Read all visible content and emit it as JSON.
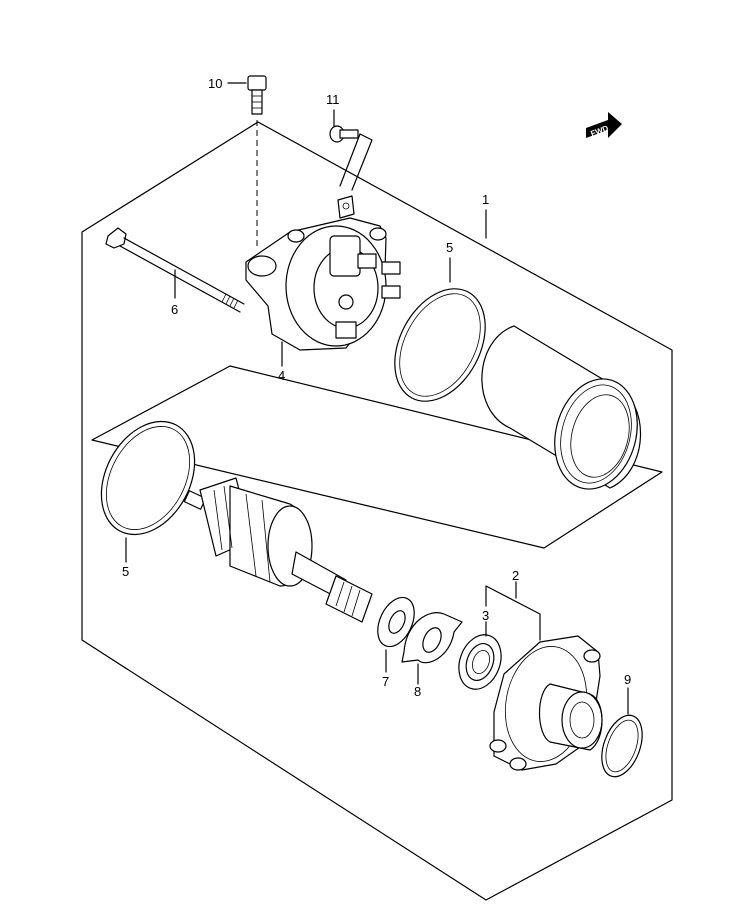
{
  "callouts": {
    "c1": "1",
    "c2": "2",
    "c3": "3",
    "c4": "4",
    "c5a": "5",
    "c5b": "5",
    "c6": "6",
    "c7": "7",
    "c8": "8",
    "c9": "9",
    "c10": "10",
    "c11": "11"
  },
  "fwd_label": "FWD",
  "icons": {
    "fwd": "forward-arrow-icon"
  }
}
